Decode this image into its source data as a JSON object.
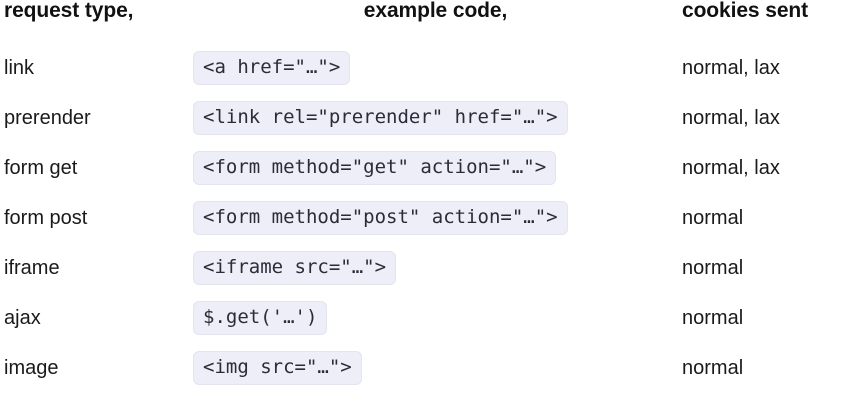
{
  "table": {
    "headers": {
      "type": "request type,",
      "code": "example code,",
      "cookies": "cookies sent"
    },
    "rows": [
      {
        "type": "link",
        "code": "<a href=\"…\">",
        "cookies": "normal, lax"
      },
      {
        "type": "prerender",
        "code": "<link rel=\"prerender\" href=\"…\">",
        "cookies": "normal, lax"
      },
      {
        "type": "form get",
        "code": "<form method=\"get\" action=\"…\">",
        "cookies": "normal, lax"
      },
      {
        "type": "form post",
        "code": "<form method=\"post\" action=\"…\">",
        "cookies": "normal"
      },
      {
        "type": "iframe",
        "code": "<iframe src=\"…\">",
        "cookies": "normal"
      },
      {
        "type": "ajax",
        "code": "$.get('…')",
        "cookies": "normal"
      },
      {
        "type": "image",
        "code": "<img src=\"…\">",
        "cookies": "normal"
      }
    ]
  },
  "colors": {
    "page_background": "#ffffff",
    "code_chip_background": "#eeeef8",
    "code_chip_border": "#e4e4f2",
    "text": "#1a1a1a",
    "header_text": "#111111"
  }
}
